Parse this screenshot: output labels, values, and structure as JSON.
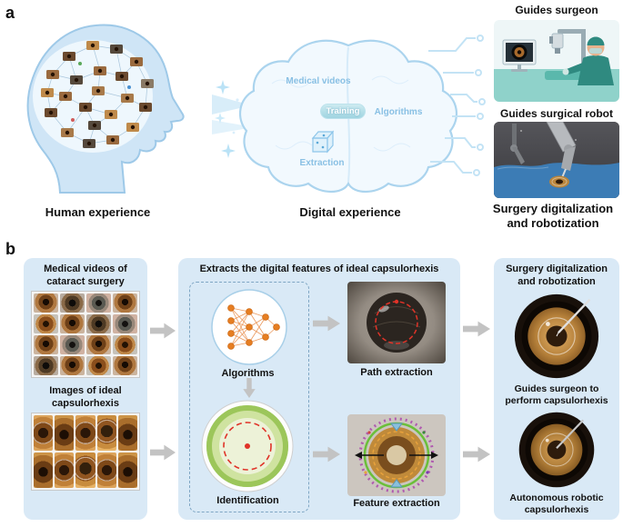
{
  "figure": {
    "panel_a_label": "a",
    "panel_b_label": "b"
  },
  "colors": {
    "panel_bg": "#d9e9f6",
    "arrow_gray": "#c3c3c3",
    "accent_orange": "#e67e22",
    "ring_green": "#9cc65a",
    "dashed_red": "#e03328",
    "light_blue": "#aed6ef"
  },
  "icons": {
    "flow_arrow": "block-arrow-right",
    "down_arrow": "block-arrow-down",
    "cube": "wireframe-cube",
    "sparkle": "four-point-star",
    "neural_network": "orange-node-graph"
  },
  "panel_a": {
    "human_caption": "Human experience",
    "digital_caption": "Digital experience",
    "brain": {
      "medical_videos": "Medical videos",
      "training": "Training",
      "algorithms": "Algorithms",
      "extraction": "Extraction"
    },
    "guides_surgeon": "Guides surgeon",
    "guides_robot": "Guides surgical robot",
    "digitalization_caption": "Surgery digitalization and robotization"
  },
  "panel_b": {
    "left_box": {
      "videos_title": "Medical videos of cataract surgery",
      "images_title": "Images of ideal capsulorhexis"
    },
    "middle_box": {
      "title": "Extracts the digital features of ideal capsulorhexis",
      "algorithms_label": "Algorithms",
      "identification_label": "Identification",
      "path_extraction_label": "Path extraction",
      "feature_extraction_label": "Feature extraction"
    },
    "right_box": {
      "title": "Surgery digitalization and robotization",
      "surgeon_caption": "Guides surgeon to perform capsulorhexis",
      "robot_caption": "Autonomous robotic capsulorhexis"
    }
  }
}
